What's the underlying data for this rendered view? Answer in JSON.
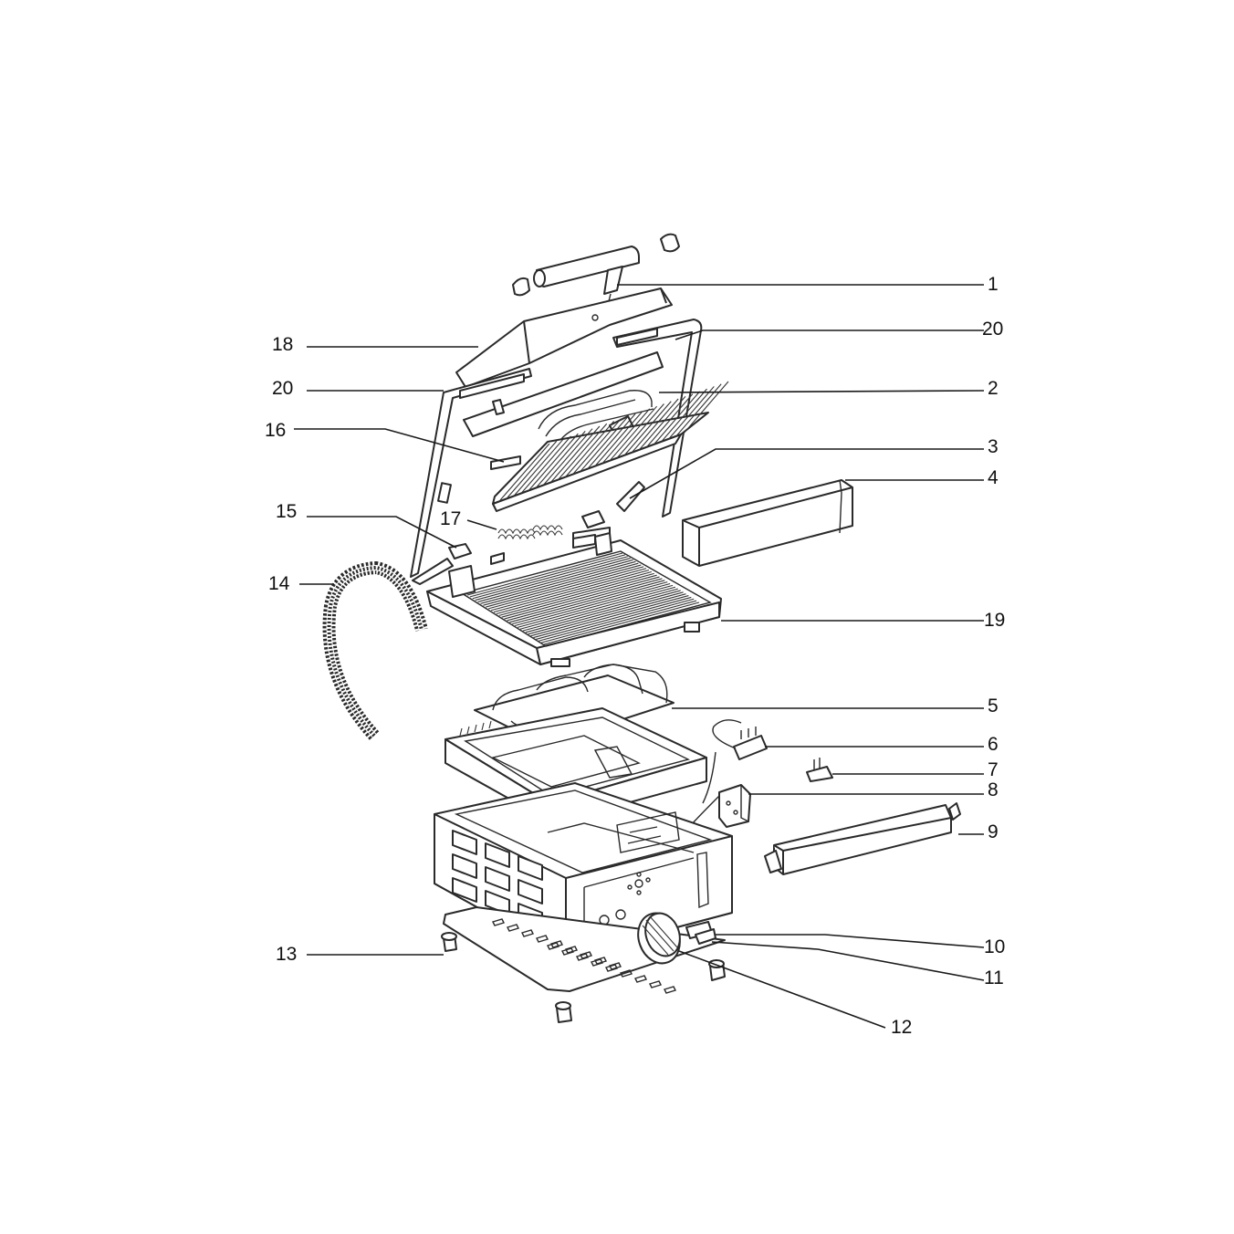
{
  "labels": {
    "p1": "1",
    "p2": "2",
    "p3": "3",
    "p4": "4",
    "p5": "5",
    "p6": "6",
    "p7": "7",
    "p8": "8",
    "p9": "9",
    "p10": "10",
    "p11": "11",
    "p12": "12",
    "p13": "13",
    "p14": "14",
    "p15": "15",
    "p16": "16",
    "p17": "17",
    "p18": "18",
    "p19": "19",
    "p20a": "20",
    "p20b": "20"
  },
  "colors": {
    "line": "#2a2a2a",
    "background": "#ffffff"
  }
}
